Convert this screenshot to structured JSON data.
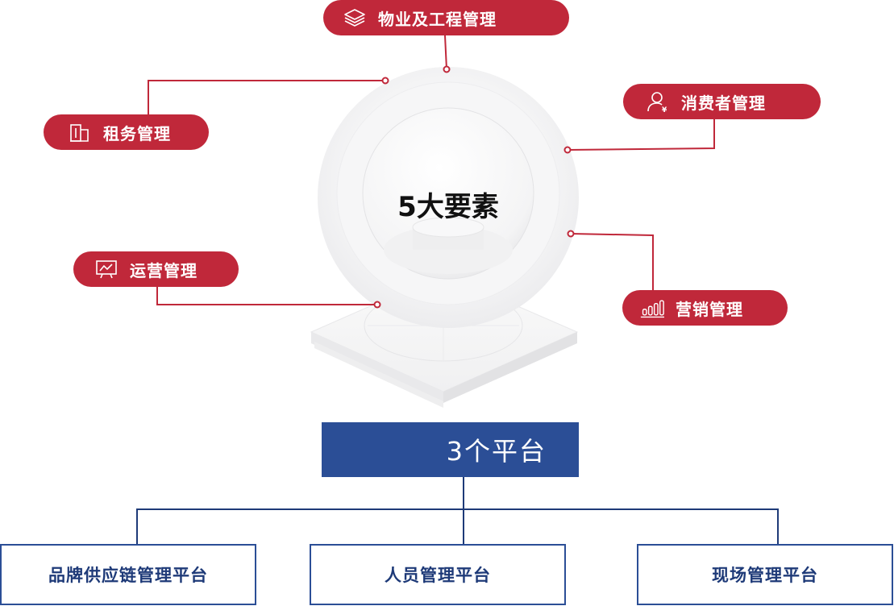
{
  "center": {
    "title": "5大要素"
  },
  "elements": [
    {
      "label": "物业及工程管理",
      "icon": "layers-icon"
    },
    {
      "label": "消费者管理",
      "icon": "user-yen-icon"
    },
    {
      "label": "租务管理",
      "icon": "building-icon"
    },
    {
      "label": "运营管理",
      "icon": "presentation-chart-icon"
    },
    {
      "label": "营销管理",
      "icon": "bar-chart-icon"
    }
  ],
  "platform": {
    "title": "3个平台",
    "subs": [
      "品牌供应链管理平台",
      "人员管理平台",
      "现场管理平台"
    ]
  },
  "colors": {
    "accent": "#c0283a",
    "platform": "#2b4e96",
    "line": "#1e3a78"
  }
}
